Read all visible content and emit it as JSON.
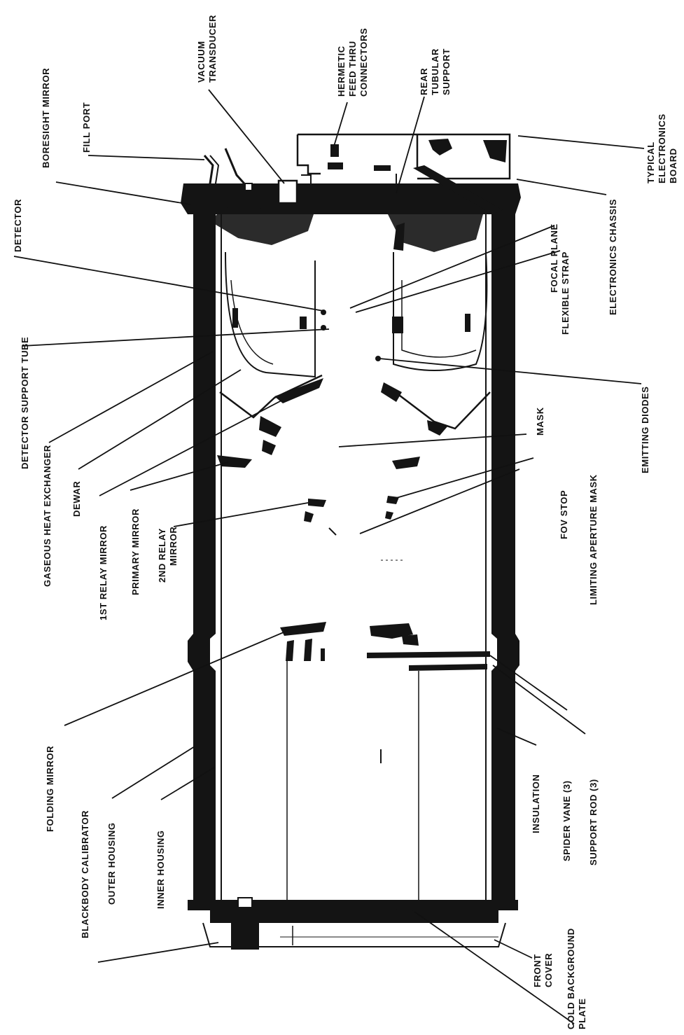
{
  "labels": {
    "boresight_mirror": "BORESIGHT MIRROR",
    "vacuum_transducer_l1": "VACUUM",
    "vacuum_transducer_l2": "TRANSDUCER",
    "hermetic_l1": "HERMETIC",
    "hermetic_l2": "FEED THRU",
    "hermetic_l3": "CONNECTORS",
    "rear_support_l1": "REAR",
    "rear_support_l2": "TUBULAR",
    "rear_support_l3": "SUPPORT",
    "fill_port": "FILL PORT",
    "detector": "DETECTOR",
    "typical_board_l1": "TYPICAL",
    "typical_board_l2": "ELECTRONICS",
    "typical_board_l3": "BOARD",
    "electronics_chassis": "ELECTRONICS CHASSIS",
    "focal_plane": "FOCAL PLANE",
    "flexible_strap": "FLEXIBLE STRAP",
    "emitting_diodes": "EMITTING DIODES",
    "detector_support_tube": "DETECTOR SUPPORT TUBE",
    "dewar": "DEWAR",
    "gaseous_heat_exchanger": "GASEOUS HEAT EXCHANGER",
    "mask": "MASK",
    "limiting_aperture_mask": "LIMITING APERTURE MASK",
    "fov_stop": "FOV STOP",
    "first_relay_mirror": "1ST RELAY MIRROR",
    "primary_mirror": "PRIMARY MIRROR",
    "second_relay_mirror_l1": "2ND RELAY",
    "second_relay_mirror_l2": "MIRROR",
    "folding_mirror": "FOLDING MIRROR",
    "insulation": "INSULATION",
    "spider_vane": "SPIDER VANE (3)",
    "support_rod": "SUPPORT ROD (3)",
    "blackbody_calibrator": "BLACKBODY CALIBRATOR",
    "outer_housing": "OUTER HOUSING",
    "inner_housing": "INNER HOUSING",
    "front_cover_l1": "FRONT",
    "front_cover_l2": "COVER",
    "cold_background_l1": "COLD BACKGROUND",
    "cold_background_l2": "PLATE"
  },
  "colors": {
    "ink": "#141414",
    "paper": "#ffffff"
  }
}
